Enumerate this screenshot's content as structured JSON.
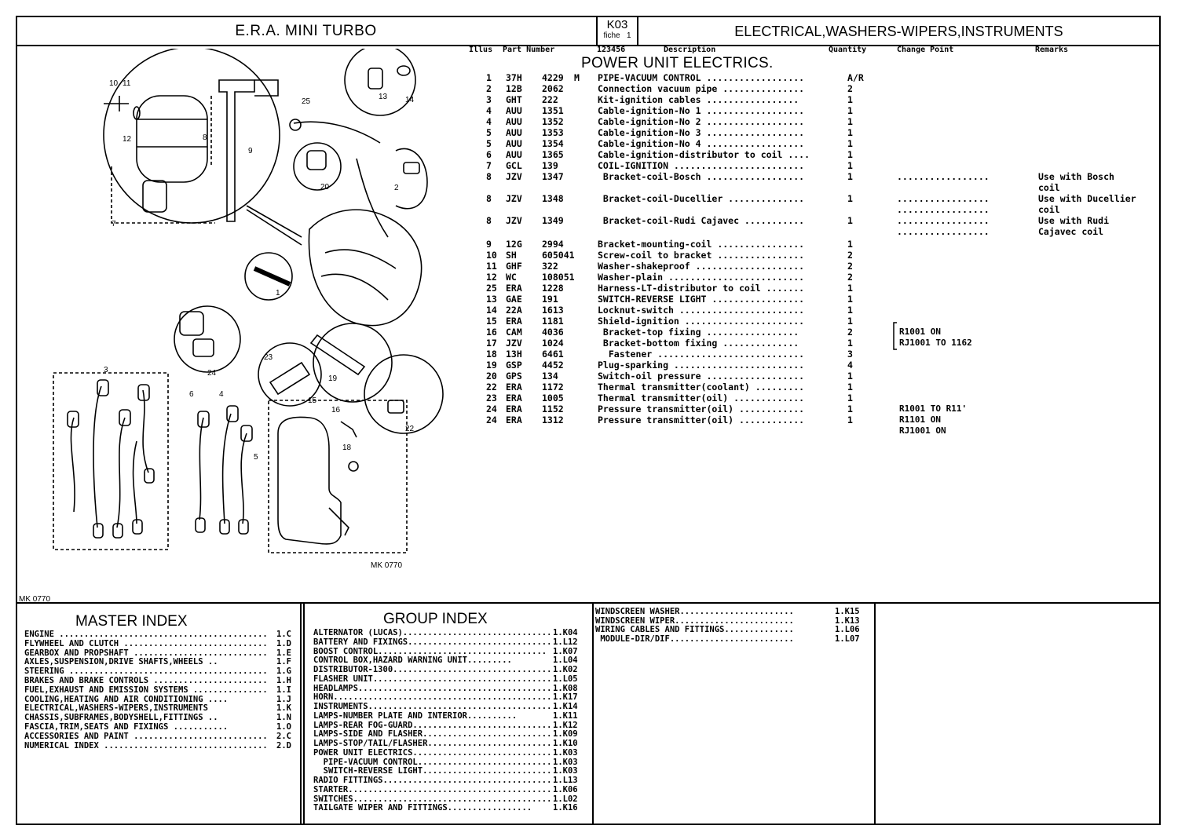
{
  "header": {
    "model": "E.R.A. MINI TURBO",
    "fiche_code": "K03",
    "fiche_label": "fiche",
    "fiche_number": "1",
    "group_title": "ELECTRICAL,WASHERS-WIPERS,INSTRUMENTS"
  },
  "columns": {
    "illus": "Illus",
    "part_number": "Part Number",
    "digits": "123456",
    "description": "Description",
    "quantity": "Quantity",
    "change_point": "Change Point",
    "remarks": "Remarks"
  },
  "section_title": "POWER UNIT ELECTRICS.",
  "parts": [
    {
      "illus": "1",
      "prefix": "37H",
      "number": "4229",
      "suffix": "M",
      "description": "PIPE-VACUUM CONTROL ..................",
      "qty": "A/R"
    },
    {
      "illus": "2",
      "prefix": "12B",
      "number": "2062",
      "suffix": "",
      "description": "Connection vacuum pipe ...............",
      "qty": "2"
    },
    {
      "illus": "3",
      "prefix": "GHT",
      "number": "222",
      "suffix": "",
      "description": "Kit-ignition cables .................",
      "qty": "1"
    },
    {
      "illus": "4",
      "prefix": "AUU",
      "number": "1351",
      "suffix": "",
      "description": "Cable-ignition-No 1 ..................",
      "qty": "1"
    },
    {
      "illus": "4",
      "prefix": "AUU",
      "number": "1352",
      "suffix": "",
      "description": "Cable-ignition-No 2 ..................",
      "qty": "1"
    },
    {
      "illus": "5",
      "prefix": "AUU",
      "number": "1353",
      "suffix": "",
      "description": "Cable-ignition-No 3 ..................",
      "qty": "1"
    },
    {
      "illus": "5",
      "prefix": "AUU",
      "number": "1354",
      "suffix": "",
      "description": "Cable-ignition-No 4 ..................",
      "qty": "1"
    },
    {
      "illus": "6",
      "prefix": "AUU",
      "number": "1365",
      "suffix": "",
      "description": "Cable-ignition-distributor to coil ....",
      "qty": "1"
    },
    {
      "illus": "7",
      "prefix": "GCL",
      "number": "139",
      "suffix": "",
      "description": "COIL-IGNITION ........................",
      "qty": "1"
    },
    {
      "illus": "8",
      "prefix": "JZV",
      "number": "1347",
      "suffix": "",
      "description": " Bracket-coil-Bosch ..................",
      "qty": "1"
    },
    {
      "illus": "8",
      "prefix": "JZV",
      "number": "1348",
      "suffix": "",
      "description": " Bracket-coil-Ducellier ..............",
      "qty": "1"
    },
    {
      "illus": "8",
      "prefix": "JZV",
      "number": "1349",
      "suffix": "",
      "description": " Bracket-coil-Rudi Cajavec ...........",
      "qty": "1"
    },
    {
      "illus": "9",
      "prefix": "12G",
      "number": "2994",
      "suffix": "",
      "description": "Bracket-mounting-coil ................",
      "qty": "1"
    },
    {
      "illus": "10",
      "prefix": "SH",
      "number": "605041",
      "suffix": "",
      "description": "Screw-coil to bracket ................",
      "qty": "2"
    },
    {
      "illus": "11",
      "prefix": "GHF",
      "number": "322",
      "suffix": "",
      "description": "Washer-shakeproof ....................",
      "qty": "2"
    },
    {
      "illus": "12",
      "prefix": "WC",
      "number": "108051",
      "suffix": "",
      "description": "Washer-plain .........................",
      "qty": "2"
    },
    {
      "illus": "25",
      "prefix": "ERA",
      "number": "1228",
      "suffix": "",
      "description": "Harness-LT-distributor to coil .......",
      "qty": "1"
    },
    {
      "illus": "13",
      "prefix": "GAE",
      "number": "191",
      "suffix": "",
      "description": "SWITCH-REVERSE LIGHT .................",
      "qty": "1"
    },
    {
      "illus": "14",
      "prefix": "22A",
      "number": "1613",
      "suffix": "",
      "description": "Locknut-switch .......................",
      "qty": "1"
    },
    {
      "illus": "15",
      "prefix": "ERA",
      "number": "1181",
      "suffix": "",
      "description": "Shield-ignition ......................",
      "qty": "1"
    },
    {
      "illus": "16",
      "prefix": "CAM",
      "number": "4036",
      "suffix": "",
      "description": " Bracket-top fixing .................",
      "qty": "2"
    },
    {
      "illus": "17",
      "prefix": "JZV",
      "number": "1024",
      "suffix": "",
      "description": " Bracket-bottom fixing ..............",
      "qty": "1"
    },
    {
      "illus": "18",
      "prefix": "13H",
      "number": "6461",
      "suffix": "",
      "description": "  Fastener ...........................",
      "qty": "3"
    },
    {
      "illus": "19",
      "prefix": "GSP",
      "number": "4452",
      "suffix": "",
      "description": "Plug-sparking ........................",
      "qty": "4"
    },
    {
      "illus": "20",
      "prefix": "GPS",
      "number": "134",
      "suffix": "",
      "description": "Switch-oil pressure ..................",
      "qty": "1"
    },
    {
      "illus": "22",
      "prefix": "ERA",
      "number": "1172",
      "suffix": "",
      "description": "Thermal transmitter(coolant) .........",
      "qty": "1"
    },
    {
      "illus": "23",
      "prefix": "ERA",
      "number": "1005",
      "suffix": "",
      "description": "Thermal transmitter(oil) .............",
      "qty": "1"
    },
    {
      "illus": "24",
      "prefix": "ERA",
      "number": "1152",
      "suffix": "",
      "description": "Pressure transmitter(oil) ............",
      "qty": "1"
    },
    {
      "illus": "24",
      "prefix": "ERA",
      "number": "1312",
      "suffix": "",
      "description": "Pressure transmitter(oil) ............",
      "qty": "1"
    }
  ],
  "remarks": {
    "bosch": [
      ".................",
      "Use with Bosch",
      "coil"
    ],
    "ducellier": [
      ".................",
      "Use with Ducellier",
      ".................",
      "coil"
    ],
    "rudi": [
      ".................",
      "Use with Rudi",
      ".................",
      "Cajavec coil"
    ]
  },
  "change_points": {
    "r1001_on": "R1001 ON",
    "rj1001_to_1162": "RJ1001 TO 1162",
    "r1001_to_r11": "R1001 TO R11'",
    "r1101_on": "R1101 ON",
    "rj1001_on": "RJ1001 ON"
  },
  "diagram": {
    "ref_inner": "MK 0770",
    "ref_outer": "MK 0770",
    "callouts": [
      "10",
      "11",
      "12",
      "8",
      "9",
      "7",
      "25",
      "13",
      "14",
      "2",
      "20",
      "1",
      "24",
      "23",
      "19",
      "3",
      "6",
      "4",
      "5",
      "15",
      "16",
      "18",
      "22"
    ]
  },
  "master_index": {
    "title": "MASTER INDEX",
    "items": [
      {
        "label": "ENGINE ..........................................",
        "ref": "1.C"
      },
      {
        "label": "FLYWHEEL AND CLUTCH .............................",
        "ref": "1.D"
      },
      {
        "label": "GEARBOX AND PROPSHAFT ...........................",
        "ref": "1.E"
      },
      {
        "label": "AXLES,SUSPENSION,DRIVE SHAFTS,WHEELS ..",
        "ref": "1.F"
      },
      {
        "label": "STEERING ........................................",
        "ref": "1.G"
      },
      {
        "label": "BRAKES AND BRAKE CONTROLS .......................",
        "ref": "1.H"
      },
      {
        "label": "FUEL,EXHAUST AND EMISSION SYSTEMS ...............",
        "ref": "1.I"
      },
      {
        "label": "COOLING,HEATING AND AIR CONDITIONING ....",
        "ref": "1.J"
      },
      {
        "label": "ELECTRICAL,WASHERS-WIPERS,INSTRUMENTS",
        "ref": "1.K"
      },
      {
        "label": "CHASSIS,SUBFRAMES,BODYSHELL,FITTINGS ..",
        "ref": "1.N"
      },
      {
        "label": "FASCIA,TRIM,SEATS AND FIXINGS ...........",
        "ref": "1.O"
      },
      {
        "label": "ACCESSORIES AND PAINT ...........................",
        "ref": "2.C"
      },
      {
        "label": "NUMERICAL INDEX .................................",
        "ref": "2.D"
      }
    ]
  },
  "group_index": {
    "title": "GROUP INDEX",
    "items": [
      {
        "label": "ALTERNATOR (LUCAS)..............................",
        "ref": "1.K04"
      },
      {
        "label": "BATTERY AND FIXINGS.............................",
        "ref": "1.L12"
      },
      {
        "label": "BOOST CONTROL..................................",
        "ref": "1.K07"
      },
      {
        "label": "CONTROL BOX,HAZARD WARNING UNIT.........",
        "ref": "1.L04"
      },
      {
        "label": "DISTRIBUTOR-1300................................",
        "ref": "1.K02"
      },
      {
        "label": "FLASHER UNIT....................................",
        "ref": "1.L05"
      },
      {
        "label": "HEADLAMPS.......................................",
        "ref": "1.K08"
      },
      {
        "label": "HORN............................................",
        "ref": "1.K17"
      },
      {
        "label": "INSTRUMENTS.....................................",
        "ref": "1.K14"
      },
      {
        "label": "LAMPS-NUMBER PLATE AND INTERIOR..........",
        "ref": "1.K11"
      },
      {
        "label": "LAMPS-REAR FOG-GUARD.............................",
        "ref": "1.K12"
      },
      {
        "label": "LAMPS-SIDE AND FLASHER...........................",
        "ref": "1.K09"
      },
      {
        "label": "LAMPS-STOP/TAIL/FLASHER..........................",
        "ref": "1.K10"
      },
      {
        "label": "POWER UNIT ELECTRICS.............................",
        "ref": "1.K03"
      },
      {
        "label": "  PIPE-VACUUM CONTROL............................",
        "ref": "1.K03"
      },
      {
        "label": "  SWITCH-REVERSE LIGHT...........................",
        "ref": "1.K03"
      },
      {
        "label": "RADIO FITTINGS..................................",
        "ref": "1.L13"
      },
      {
        "label": "STARTER.........................................",
        "ref": "1.K06"
      },
      {
        "label": "SWITCHES........................................",
        "ref": "1.L02"
      },
      {
        "label": "TAILGATE WIPER AND FITTINGS.................",
        "ref": "1.K16"
      }
    ]
  },
  "extra_index": {
    "items": [
      {
        "label": "WINDSCREEN WASHER.......................",
        "ref": "1.K15"
      },
      {
        "label": "WINDSCREEN WIPER........................",
        "ref": "1.K13"
      },
      {
        "label": "WIRING CABLES AND FITTINGS..............",
        "ref": "1.L06"
      },
      {
        "label": " MODULE-DIR/DIF.........................",
        "ref": "1.L07"
      }
    ]
  }
}
